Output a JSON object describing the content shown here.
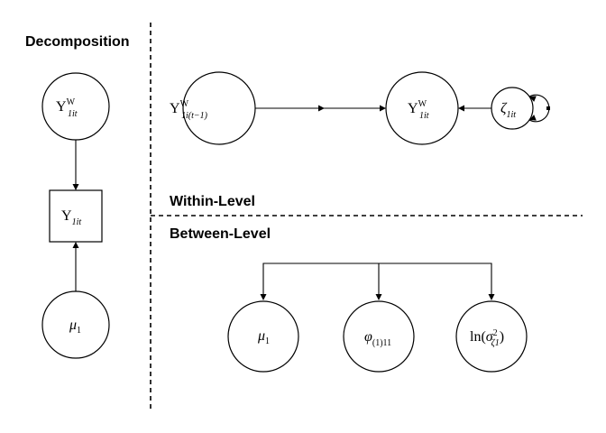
{
  "figure": {
    "title": "Decomposition",
    "within_label": "Within-Level",
    "between_label": "Between-Level"
  },
  "nodes": {
    "decomp_latent": {
      "base": "Y",
      "sup": "W",
      "sub": "1it"
    },
    "decomp_observed": {
      "base": "Y",
      "sub": "1it"
    },
    "decomp_mean": {
      "base": "μ",
      "sub": "1"
    },
    "within_lag": {
      "base": "Y",
      "sup": "W",
      "sub": "1i(t−1)"
    },
    "within_current": {
      "base": "Y",
      "sup": "W",
      "sub": "1it"
    },
    "within_innovation": {
      "base": "ζ",
      "sub": "1it"
    },
    "between_mean": {
      "base": "μ",
      "sub": "1"
    },
    "between_ar": {
      "base": "φ",
      "sub": "(1)11"
    },
    "between_logvar": {
      "pre": "ln(",
      "base": "σ",
      "sup": "2",
      "sub": "ζ1",
      "post": ")"
    }
  },
  "colors": {
    "ink": "#000000",
    "background": "#ffffff"
  }
}
